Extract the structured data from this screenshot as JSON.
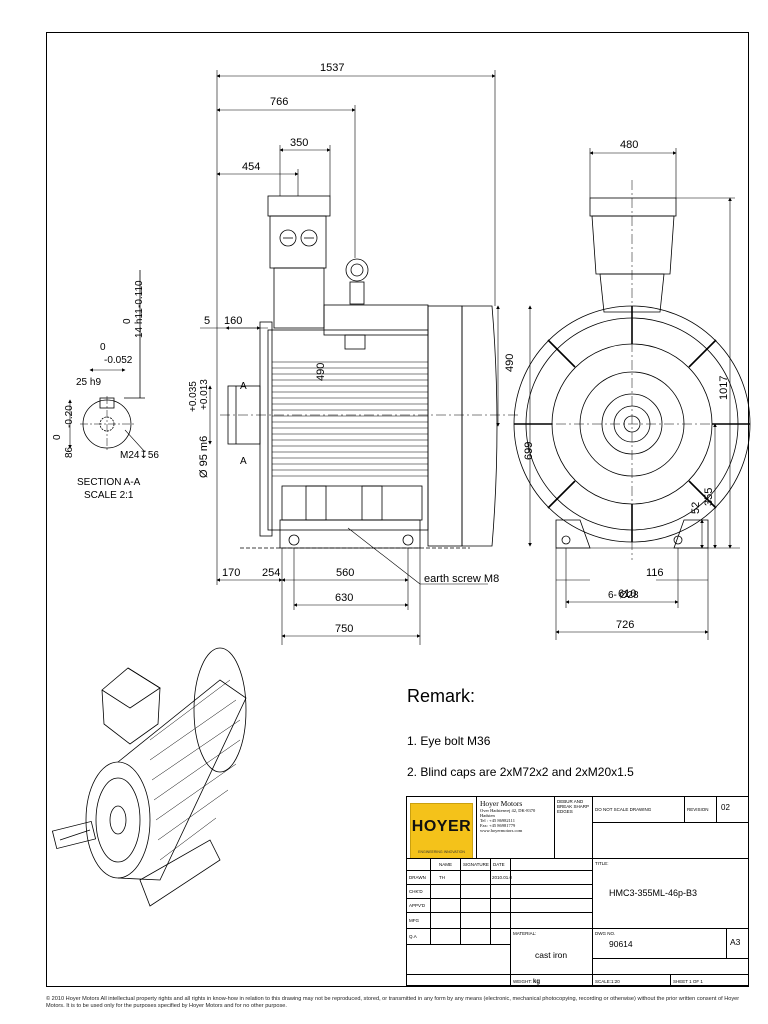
{
  "dimensions": {
    "overall_length": "1537",
    "to_eyebolt_region": "766",
    "terminal_box": "350",
    "to_terminal_box": "454",
    "shaft_offset": "5",
    "shaft_length": "160",
    "foot_left": "170",
    "foot_to_hole": "254",
    "foot_holes": "560",
    "foot_span": "630",
    "foot_total": "750",
    "fan_cover": "490",
    "frame_dia": "699",
    "end_box_width": "480",
    "overall_height": "1017",
    "shaft_height": "355",
    "foot_height": "52",
    "foot_hole_dia": "6- Ø28",
    "foot_edge": "116",
    "foot_width": "610",
    "base_width": "726",
    "shaft_dia": "Ø 95 m6",
    "shaft_tol_upper": "+0.035",
    "shaft_tol_lower": "+0.013",
    "key_width": "25 h9",
    "key_tol_upper": "0",
    "key_tol_lower": "-0.052",
    "key_depth": "14 h11",
    "key_depth_upper": "0",
    "key_depth_lower": "-0.110",
    "shaft_cut_dia": "86",
    "shaft_cut_upper": "0",
    "shaft_cut_lower": "-0.20",
    "thread": "M24↧56",
    "section_label": "SECTION A-A",
    "section_scale": "SCALE 2:1",
    "section_marker": "A",
    "earth_screw": "earth screw M8"
  },
  "remarks": {
    "title": "Remark:",
    "items": [
      "1. Eye bolt M36",
      "2. Blind caps are 2xM72x2 and 2xM20x1.5"
    ]
  },
  "title_block": {
    "logo": "HOYER",
    "logo_sub": "ENGINEERING INNOVATION",
    "company": "Hoyer Motors",
    "address": "Over Hadstenvej 42, DK-8370 Hadsten",
    "tel": "Tel : +45 86982111",
    "fax": "Fax: +45 86981779",
    "web": "www.hoyermotors.com",
    "deburr": "DEBUR AND BREAK SHARP EDGES",
    "no_scale": "DO NOT SCALE DRAWING",
    "revision_label": "REVISION",
    "revision": "02",
    "col_name": "NAME",
    "col_signature": "SIGNATURE",
    "col_date": "DATE",
    "rows": [
      "DRAWN",
      "CHK'D",
      "APPV'D",
      "MFG",
      "Q.A"
    ],
    "drawn_name": "TH",
    "drawn_date": "2010.01.0",
    "title_label": "TITLE:",
    "title": "HMC3-355ML-46p-B3",
    "material_label": "MATERIAL:",
    "material": "cast iron",
    "dwg_label": "DWG NO.",
    "dwg_no": "90614",
    "size": "A3",
    "weight_label": "WEIGHT:",
    "weight": "kg",
    "scale": "SCALE:1:20",
    "sheet": "SHEET 1 OF 1"
  },
  "footer": "© 2010 Hoyer Motors All intellectual property rights and all rights in know-how in relation to this drawing may not be reproduced, stored, or transmitted in any form by any means (electronic, mechanical photocopying, recording or otherwise) without the prior written consent of Hoyer Motors. It is to be used only for the purposes specified by Hoyer Motors and for no other purpose."
}
